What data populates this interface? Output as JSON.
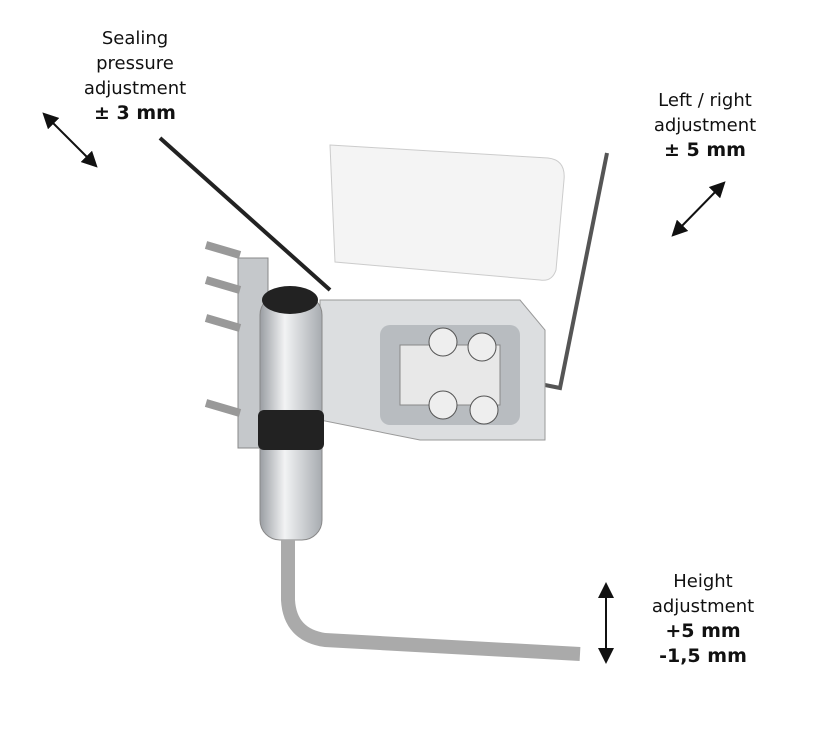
{
  "labels": {
    "sealing": {
      "l1": "Sealing",
      "l2": "pressure",
      "l3": "adjustment",
      "value": "± 3 mm"
    },
    "leftright": {
      "l1": "Left / right",
      "l2": "adjustment",
      "value": "± 5 mm"
    },
    "height": {
      "l1": "Height",
      "l2": "adjustment",
      "v1": "+5 mm",
      "v2": "-1,5 mm"
    }
  }
}
